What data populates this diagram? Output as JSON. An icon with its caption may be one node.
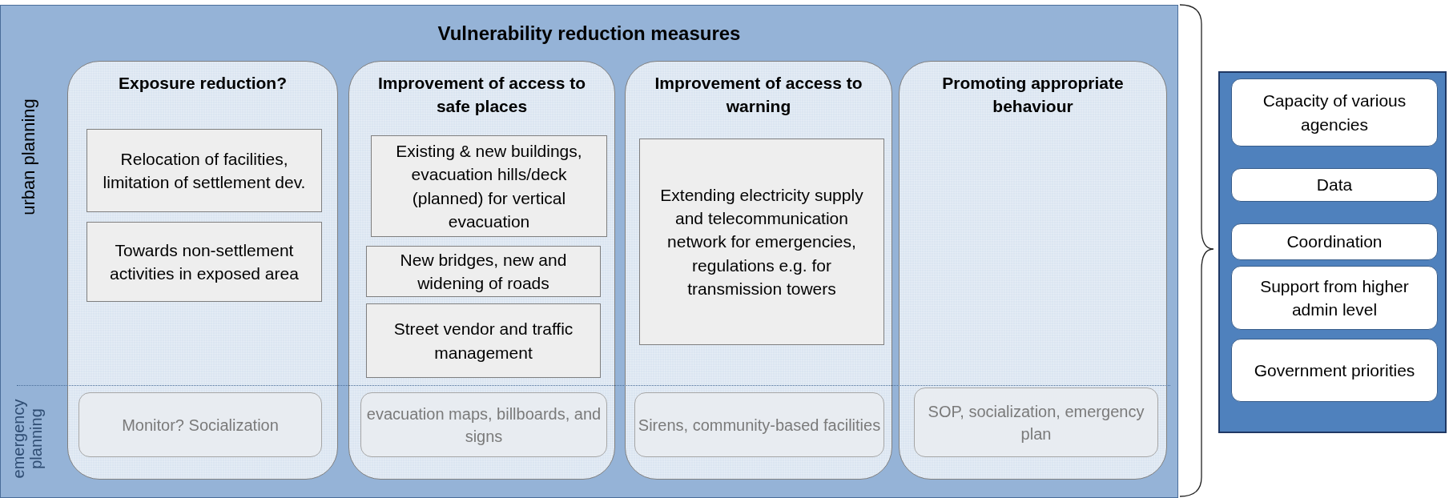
{
  "diagram": {
    "nodes": [
      {
        "text": [
          "Vulnerability reduction measures"
        ]
      },
      {
        "text": [
          "Exposure reduction?"
        ],
        "in": 0
      },
      {
        "text": [
          "Relocation of facilities, limitation of settlement dev."
        ],
        "in": 1
      },
      {
        "text": [
          "Towards non-settlement activities in exposed area"
        ],
        "in": 1
      },
      {
        "text": [
          "Monitor? Socialization"
        ],
        "in": 1
      },
      {
        "text": [
          "Improvement of access to safe places"
        ],
        "in": 0
      },
      {
        "text": [
          "Existing & new buildings, evacuation hills/deck (planned) for vertical evacuation"
        ],
        "in": 5
      },
      {
        "text": [
          "New bridges, new and widening of roads"
        ],
        "in": 5
      },
      {
        "text": [
          "Street vendor and traffic management"
        ],
        "in": 5
      },
      {
        "text": [
          "evacuation maps, billboards, and signs"
        ],
        "in": 5
      },
      {
        "text": [
          "Improvement of access to warning"
        ],
        "in": 0
      },
      {
        "text": [
          "Extending electricity supply and telecommunication network for emergencies, regulations e.g. for transmission towers"
        ],
        "in": 10
      },
      {
        "text": [
          "Sirens, community-based facilities"
        ],
        "in": 10
      },
      {
        "text": [
          "Promoting appropriate behaviour"
        ],
        "in": 0
      },
      {
        "text": [
          "SOP, socialization, emergency plan"
        ],
        "in": 13
      },
      {
        "text": [],
        "shape": "box"
      },
      {
        "text": [
          "Capacity of various agencies"
        ],
        "in": 15
      },
      {
        "text": [
          "Data"
        ],
        "in": 15
      },
      {
        "text": [
          "Coordination"
        ],
        "in": 15
      },
      {
        "text": [
          "Support from higher admin level"
        ],
        "in": 15
      },
      {
        "text": [
          "Government priorities"
        ],
        "in": 15
      }
    ],
    "edges": [],
    "labels": [
      "urban planning",
      "emergency planning"
    ]
  }
}
